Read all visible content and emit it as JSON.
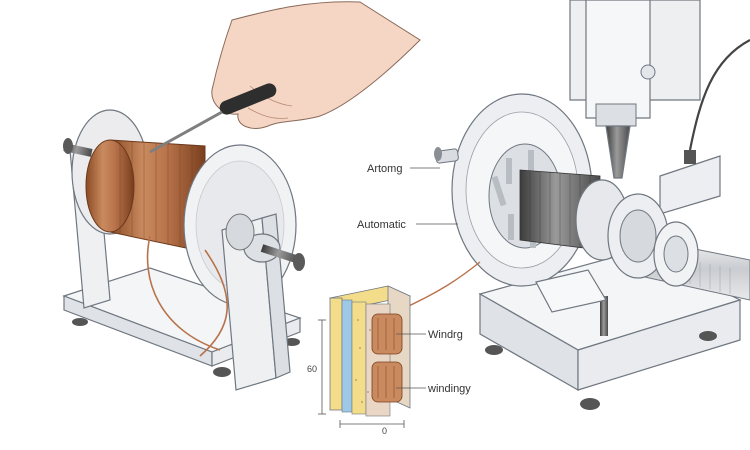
{
  "labels": {
    "top": "Artomg",
    "middle": "Automatic",
    "inset_upper": "Windrg",
    "inset_lower": "windingy"
  },
  "dimensions": {
    "height": "60",
    "width": "0"
  },
  "colors": {
    "copper": "#b8734a",
    "copper_dark": "#7a3f1e",
    "steel": "#6e6e6e",
    "frame": "#f2f3f5",
    "outline": "#6f7780",
    "skin": "#f5d6c4",
    "insul_yellow": "#f3dc8a",
    "insul_blue": "#9ec9e6"
  },
  "icons": [
    "hand",
    "screwdriver",
    "copper-spool",
    "winding-machine",
    "coil-cross-section"
  ]
}
